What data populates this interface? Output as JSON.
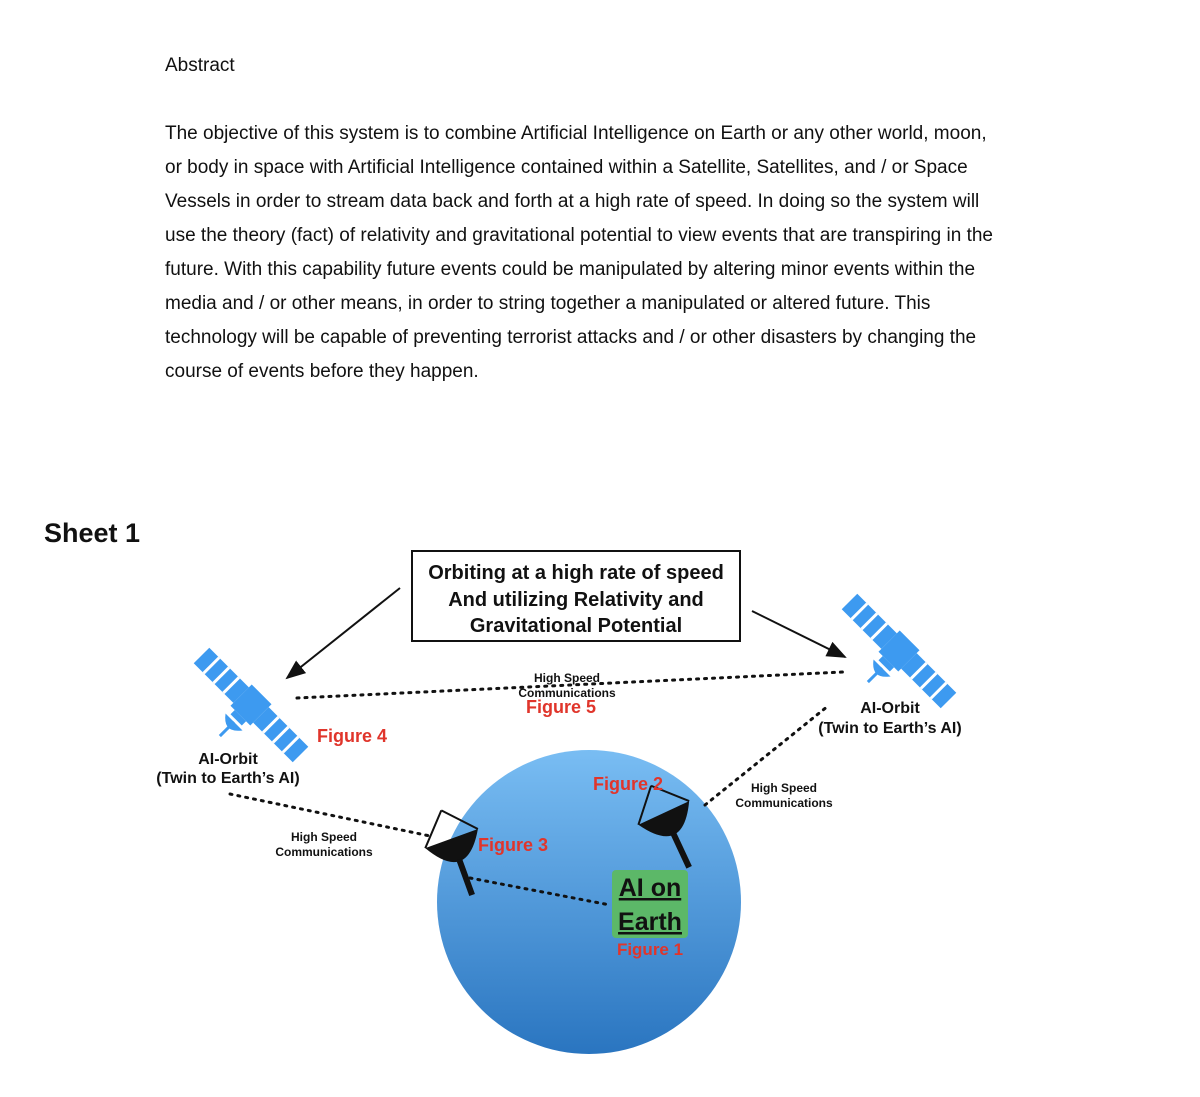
{
  "abstract": {
    "heading": "Abstract",
    "body": "The objective of this system is to combine Artificial Intelligence on Earth or any other world, moon, or body in space with Artificial Intelligence contained within a Satellite, Satellites, and / or Space Vessels in order to stream data back and forth at a high rate of speed. In doing so the system will use the theory (fact) of relativity and gravitational potential to view events that are transpiring in the future. With this capability future events could be manipulated by altering minor events within the media and / or other means, in order to string together a manipulated or altered future. This technology will be capable of preventing terrorist attacks and / or other disasters by changing the course of events before they happen."
  },
  "sheet": {
    "title": "Sheet 1",
    "caption_box": [
      "Orbiting at a high rate of speed",
      "And utilizing Relativity and",
      "Gravitational Potential"
    ],
    "satellite_left": {
      "label_line1": "AI-Orbit",
      "label_line2": "(Twin to Earth’s AI)",
      "figure": "Figure 4"
    },
    "satellite_right": {
      "label_line1": "AI-Orbit",
      "label_line2": "(Twin to Earth’s AI)"
    },
    "link_top": {
      "line1": "High Speed",
      "line2": "Communications",
      "figure": "Figure 5"
    },
    "link_left": {
      "line1": "High Speed",
      "line2": "Communications"
    },
    "link_right": {
      "line1": "High Speed",
      "line2": "Communications"
    },
    "dish_left_figure": "Figure 3",
    "dish_right_figure": "Figure 2",
    "earth_ai": {
      "line1": "AI on",
      "line2": "Earth",
      "figure": "Figure 1"
    },
    "colors": {
      "figure_red": "#e0352b",
      "satellite_blue": "#3d9af0",
      "earth_top": "#79bdf3",
      "earth_bottom": "#2a75c0",
      "ai_box_green": "#5cb868"
    }
  }
}
